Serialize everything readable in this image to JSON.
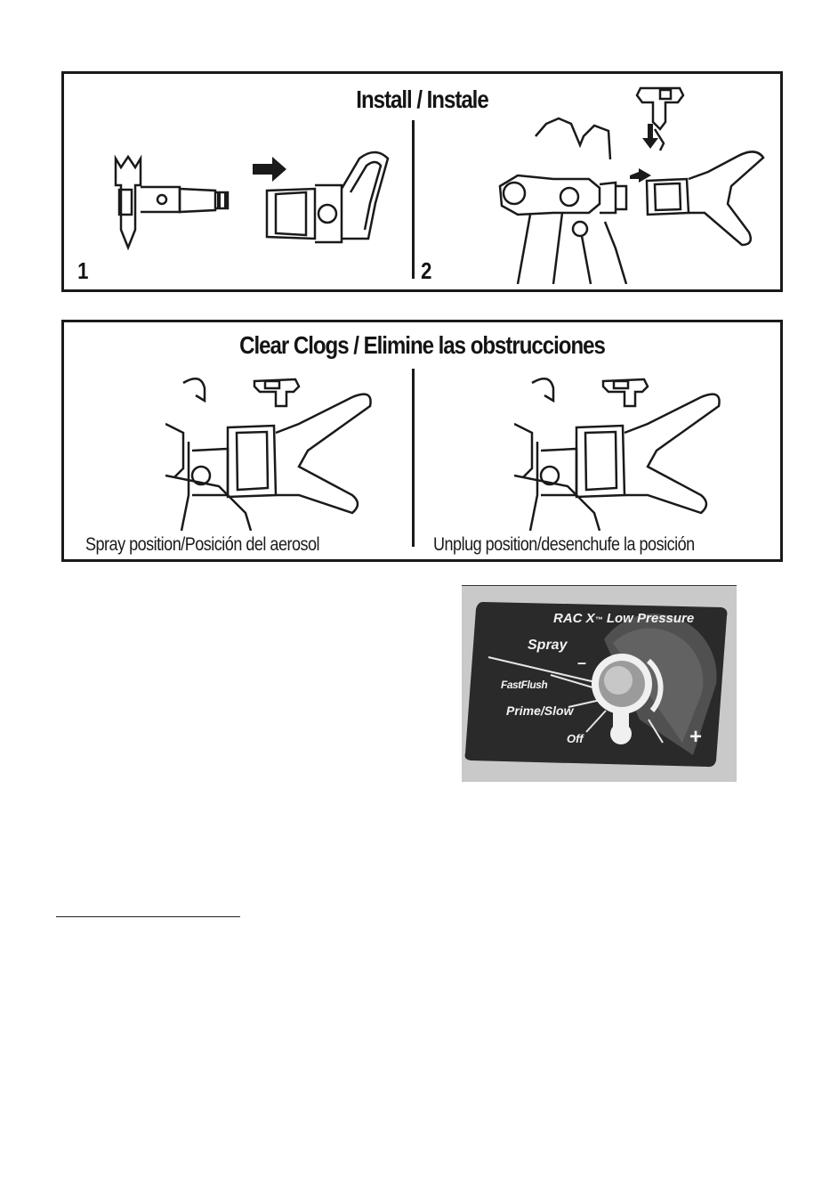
{
  "install": {
    "title": "Install / Instale",
    "step1": "1",
    "step2": "2"
  },
  "clogs": {
    "title": "Clear Clogs / Elimine las obstrucciones",
    "spray_caption": "Spray position/Posición del aerosol",
    "unplug_caption": "Unplug position/desenchufe la posición"
  },
  "control_panel": {
    "brand": "RAC X",
    "tm": "™",
    "subtitle": "Low Pressure",
    "spray": "Spray",
    "fastflush": "FastFlush",
    "prime_slow": "Prime/Slow",
    "off": "Off",
    "minus": "–",
    "plus": "+",
    "colors": {
      "panel": "#2a2a2a",
      "bg": "#c9c9c9",
      "label": "#f2f2f2"
    }
  }
}
